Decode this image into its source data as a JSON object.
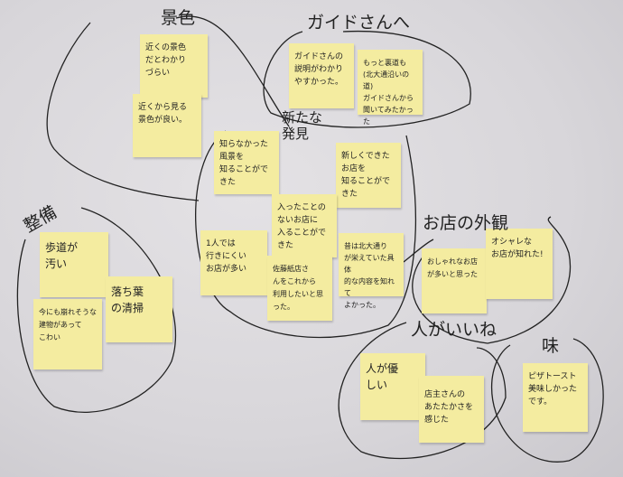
{
  "groups": [
    {
      "label": "景色"
    },
    {
      "label": "ガイドさんへ"
    },
    {
      "label": "新たな発見"
    },
    {
      "label": "整備"
    },
    {
      "label": "お店の外観"
    },
    {
      "label": "人がいいね"
    },
    {
      "label": "味"
    }
  ],
  "notes": [
    {
      "text": "近くの景色\nだとわかり\nづらい"
    },
    {
      "text": "近くから見る\n景色が良い。"
    },
    {
      "text": "ガイドさんの\n説明がわかり\nやすかった。"
    },
    {
      "text": "もっと裏道も\n(北大通沿いの道)\nガイドさんから\n聞いてみたかった"
    },
    {
      "text": "知らなかった\n風景を\n知ることができた"
    },
    {
      "text": "新しくできた\nお店を\n知ることができた"
    },
    {
      "text": "入ったことの\nないお店に\n入ることができた"
    },
    {
      "text": "1人では\n行きにくい\nお店が多い"
    },
    {
      "text": "佐藤紙店さ\nんをこれから\n利用したいと思った。"
    },
    {
      "text": "昔は北大通り\nが栄えていた具体\n的な内容を知れて\nよかった。"
    },
    {
      "text": "おしゃれなお店\nが多いと思った"
    },
    {
      "text": "オシャレな\nお店が知れた!"
    },
    {
      "text": "歩道が\n汚い"
    },
    {
      "text": "落ち葉\nの清掃"
    },
    {
      "text": "今にも崩れそうな\n建物があって\nこわい"
    },
    {
      "text": "人が優\nしい"
    },
    {
      "text": "店主さんの\nあたたかさを\n感じた"
    },
    {
      "text": "ピザトースト\n美味しかった\nです。"
    }
  ],
  "colors": {
    "note": "#f4eca0",
    "board": "#dcdadd",
    "ink": "#222222"
  }
}
